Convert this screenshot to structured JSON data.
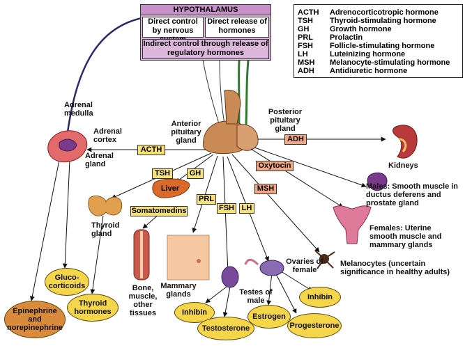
{
  "hypothalamus": {
    "title": "HYPOTHALAMUS",
    "direct_control": "Direct control by nervous system",
    "direct_release": "Direct release of hormones",
    "indirect_control": "Indirect control through release of regulatory hormones"
  },
  "legend": [
    {
      "abbr": "ACTH",
      "name": "Adrenocorticotropic hormone"
    },
    {
      "abbr": "TSH",
      "name": "Thyroid-stimulating hormone"
    },
    {
      "abbr": "GH",
      "name": "Growth hormone"
    },
    {
      "abbr": "PRL",
      "name": "Prolactin"
    },
    {
      "abbr": "FSH",
      "name": "Follicle-stimulating hormone"
    },
    {
      "abbr": "LH",
      "name": "Luteinizing hormone"
    },
    {
      "abbr": "MSH",
      "name": "Melanocyte-stimulating hormone"
    },
    {
      "abbr": "ADH",
      "name": "Antidiuretic hormone"
    }
  ],
  "pituitary": {
    "anterior": "Anterior pituitary gland",
    "posterior": "Posterior pituitary gland"
  },
  "hormone_tags": {
    "acth": "ACTH",
    "tsh": "TSH",
    "gh": "GH",
    "prl": "PRL",
    "fsh": "FSH",
    "lh": "LH",
    "msh": "MSH",
    "adh": "ADH",
    "oxytocin": "Oxytocin",
    "liver": "Liver",
    "somatomedins": "Somatomedins"
  },
  "labels": {
    "adrenal_medulla": "Adrenal medulla",
    "adrenal_cortex": "Adrenal cortex",
    "adrenal_gland": "Adrenal gland",
    "kidneys": "Kidneys",
    "thyroid_gland": "Thyroid gland",
    "males": "Males: Smooth muscle in ductus deferens and prostate gland",
    "females": "Females: Uterine smooth muscle and mammary glands",
    "ovaries": "Ovaries of female",
    "melanocytes": "Melanocytes (uncertain significance in healthy adults)",
    "bone": "Bone, muscle, other tissues",
    "mammary": "Mammary glands",
    "testes": "Testes of male"
  },
  "products": {
    "glucocorticoids": "Gluco- corticoids",
    "thyroid_hormones": "Thyroid hormones",
    "epinephrine": "Epinephrine and norepinephrine",
    "inhibin_male": "Inhibin",
    "testosterone": "Testosterone",
    "estrogen": "Estrogen",
    "progesterone": "Progesterone",
    "inhibin_female": "Inhibin"
  },
  "colors": {
    "hypothalamus_fill": "#ddb6dc",
    "hormone_tag_yellow": "#f7e27a",
    "hormone_tag_orange": "#f2a884",
    "product_oval": "#f5d54a",
    "epinephrine_oval": "#d98a3a",
    "pituitary": "#c98a55",
    "nerve_dark": "#2a2a6a",
    "nerve_green": "#2f7a2f"
  }
}
